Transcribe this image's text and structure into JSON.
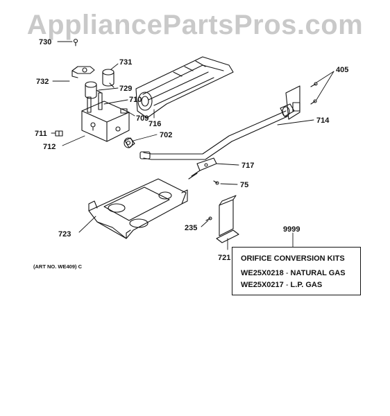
{
  "watermark": "AppliancePartsPros.com",
  "art_number": "(ART NO. WE409) C",
  "parts": [
    "730",
    "731",
    "732",
    "729",
    "710",
    "709",
    "716",
    "711",
    "702",
    "712",
    "405",
    "714",
    "717",
    "75",
    "723",
    "235",
    "721",
    "9999"
  ],
  "kit_box": {
    "title": "ORIFICE CONVERSION KITS",
    "rows": [
      {
        "part": "WE25X0218",
        "sep": " - ",
        "desc": "NATURAL GAS"
      },
      {
        "part": "WE25X0217",
        "sep": " - ",
        "desc": "L.P. GAS"
      }
    ]
  }
}
